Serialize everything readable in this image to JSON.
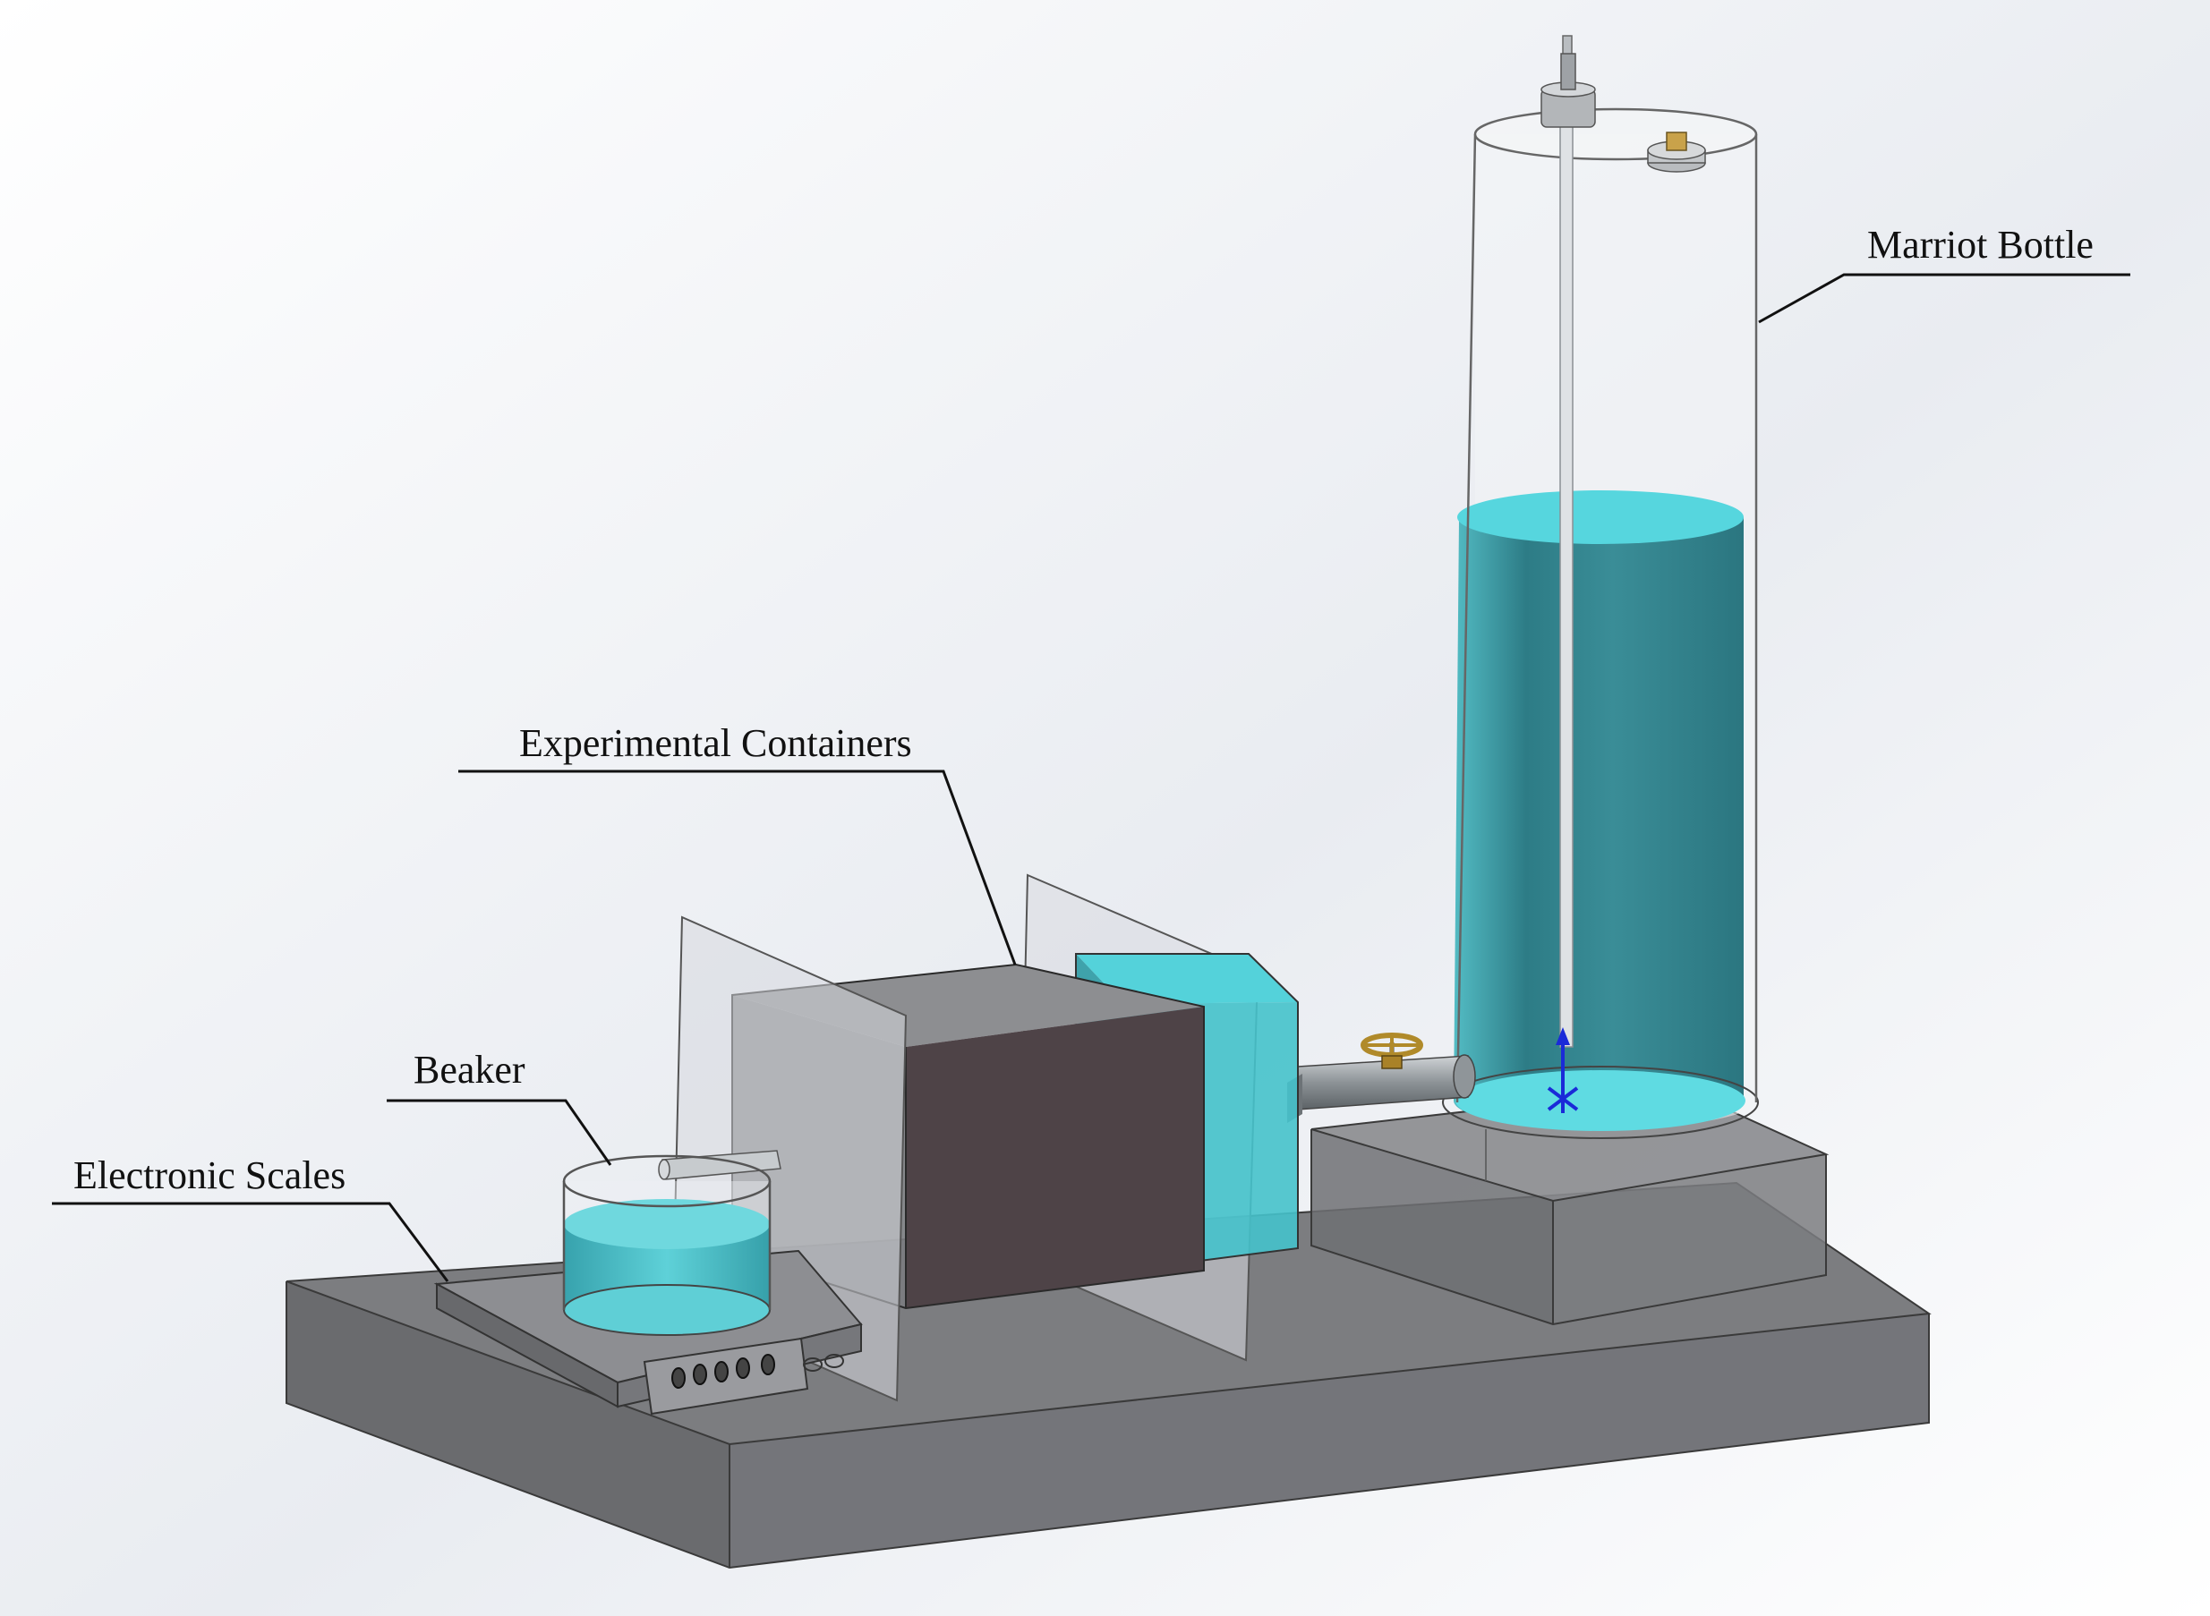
{
  "labels": {
    "marriot_bottle": "Marriot Bottle",
    "experimental_containers": "Experimental Containers",
    "beaker": "Beaker",
    "electronic_scales": "Electronic Scales"
  },
  "colors": {
    "water": "#3fc6cf",
    "water_dark": "#2f8e97",
    "base_gray": "#707174",
    "soil_box": "#4e4347",
    "glass_edge": "#777777",
    "valve_brass": "#b08a2a"
  }
}
